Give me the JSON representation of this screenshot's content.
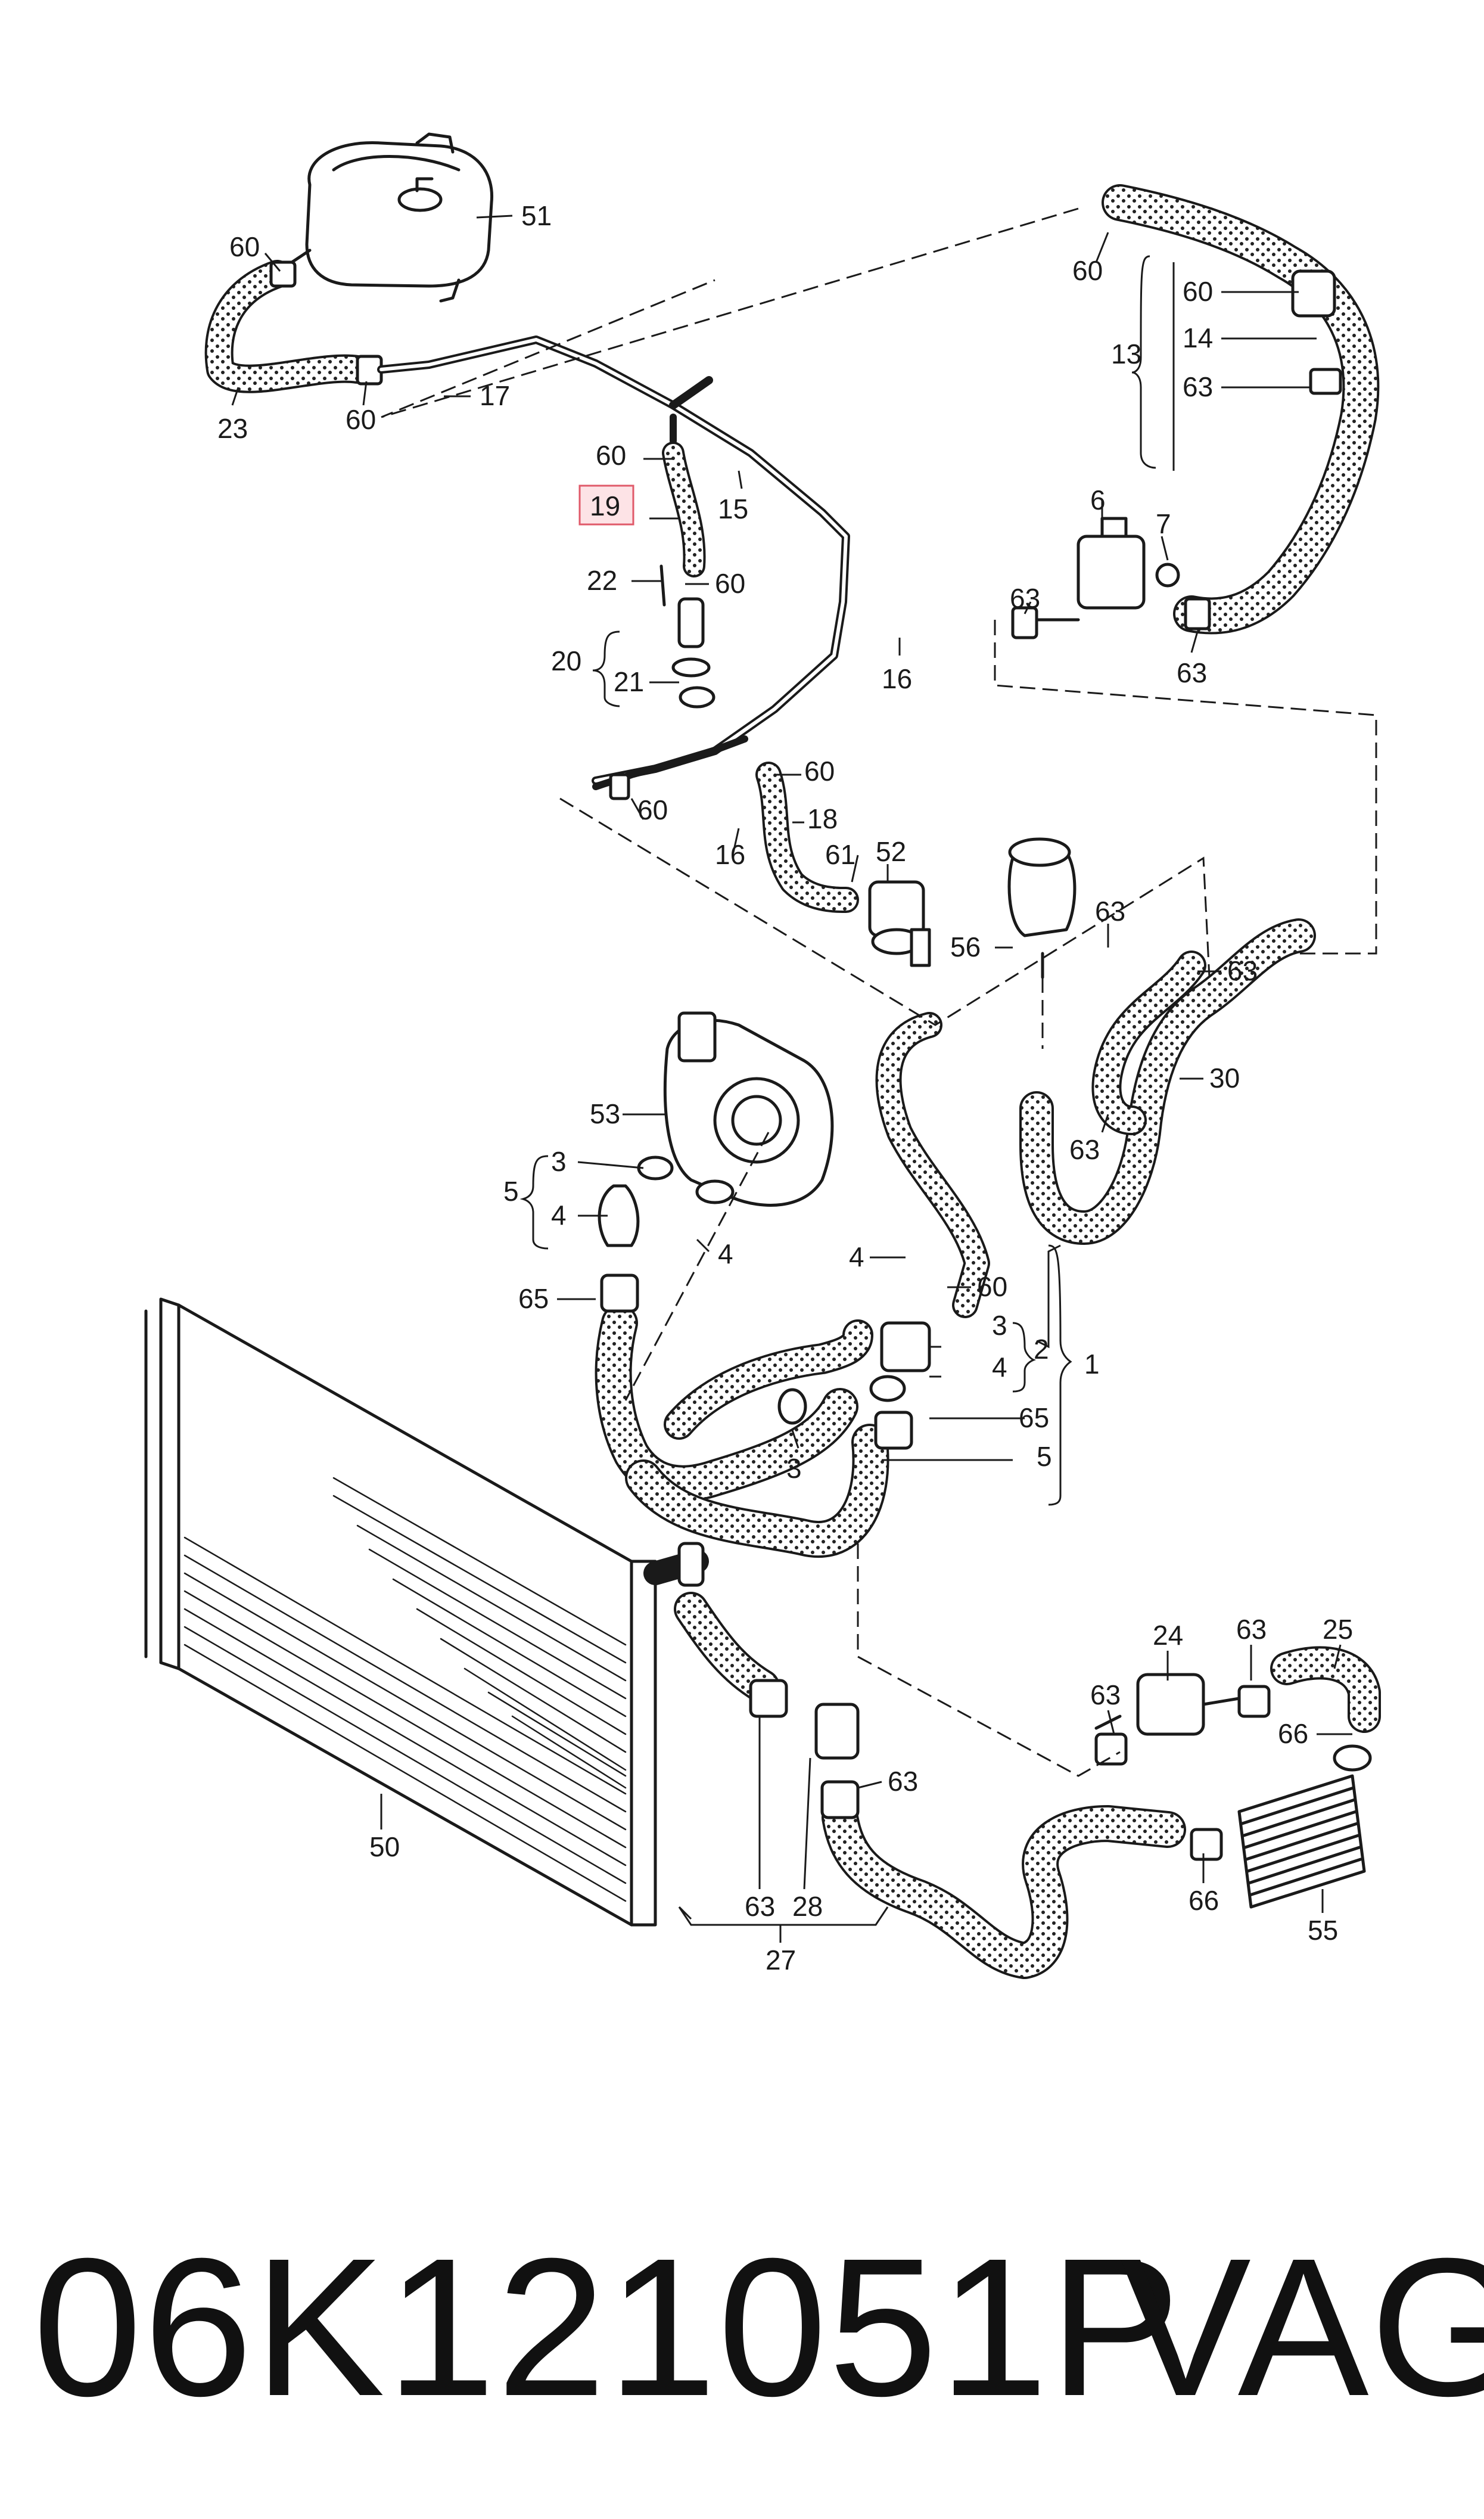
{
  "diagram": {
    "callouts": [
      {
        "id": "c51",
        "text": "51"
      },
      {
        "id": "c60a",
        "text": "60"
      },
      {
        "id": "c23",
        "text": "23"
      },
      {
        "id": "c60b",
        "text": "60"
      },
      {
        "id": "c17",
        "text": "17"
      },
      {
        "id": "c60c",
        "text": "60"
      },
      {
        "id": "c15",
        "text": "15"
      },
      {
        "id": "c19",
        "text": "19"
      },
      {
        "id": "c22",
        "text": "22"
      },
      {
        "id": "c60d",
        "text": "60"
      },
      {
        "id": "c20",
        "text": "20"
      },
      {
        "id": "c21",
        "text": "21"
      },
      {
        "id": "c16a",
        "text": "16"
      },
      {
        "id": "c60e",
        "text": "60"
      },
      {
        "id": "c60f",
        "text": "60"
      },
      {
        "id": "c18",
        "text": "18"
      },
      {
        "id": "c16b",
        "text": "16"
      },
      {
        "id": "c61",
        "text": "61"
      },
      {
        "id": "c52",
        "text": "52"
      },
      {
        "id": "c60g",
        "text": "60"
      },
      {
        "id": "c60h",
        "text": "60"
      },
      {
        "id": "c14",
        "text": "14"
      },
      {
        "id": "c13",
        "text": "13"
      },
      {
        "id": "c63a",
        "text": "63"
      },
      {
        "id": "c6",
        "text": "6"
      },
      {
        "id": "c7",
        "text": "7"
      },
      {
        "id": "c63b",
        "text": "63"
      },
      {
        "id": "c63c",
        "text": "63"
      },
      {
        "id": "c63d",
        "text": "63"
      },
      {
        "id": "c56",
        "text": "56"
      },
      {
        "id": "c63e",
        "text": "63"
      },
      {
        "id": "c30",
        "text": "30"
      },
      {
        "id": "c63f",
        "text": "63"
      },
      {
        "id": "c53",
        "text": "53"
      },
      {
        "id": "c3a",
        "text": "3"
      },
      {
        "id": "c5a",
        "text": "5"
      },
      {
        "id": "c4a",
        "text": "4"
      },
      {
        "id": "c4b",
        "text": "4"
      },
      {
        "id": "c65a",
        "text": "65"
      },
      {
        "id": "c4c",
        "text": "4"
      },
      {
        "id": "c60i",
        "text": "60"
      },
      {
        "id": "c3b",
        "text": "3"
      },
      {
        "id": "c2",
        "text": "2"
      },
      {
        "id": "c4d",
        "text": "4"
      },
      {
        "id": "c1",
        "text": "1"
      },
      {
        "id": "c65b",
        "text": "65"
      },
      {
        "id": "c3c",
        "text": "3"
      },
      {
        "id": "c5b",
        "text": "5"
      },
      {
        "id": "c50",
        "text": "50"
      },
      {
        "id": "c24",
        "text": "24"
      },
      {
        "id": "c63g",
        "text": "63"
      },
      {
        "id": "c25",
        "text": "25"
      },
      {
        "id": "c63h",
        "text": "63"
      },
      {
        "id": "c66a",
        "text": "66"
      },
      {
        "id": "c63i",
        "text": "63"
      },
      {
        "id": "c66b",
        "text": "66"
      },
      {
        "id": "c55",
        "text": "55"
      },
      {
        "id": "c63j",
        "text": "63"
      },
      {
        "id": "c28",
        "text": "28"
      },
      {
        "id": "c27",
        "text": "27"
      }
    ],
    "highlight_color": "#e05a6a",
    "line_color": "#1a1a1a"
  },
  "footer": {
    "part_number": "06K121051P",
    "brand": "VAG"
  }
}
